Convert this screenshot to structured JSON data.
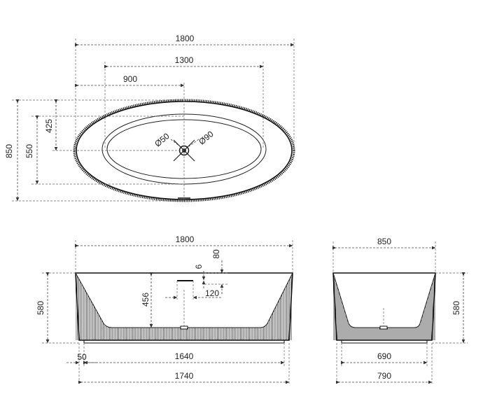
{
  "top_view": {
    "overall_length": "1800",
    "inner_length": "1300",
    "drain_offset": "900",
    "overall_width": "850",
    "inner_width": "550",
    "drain_side_offset": "425",
    "drain_diameter": "Ø50",
    "overflow_diameter": "Ø90"
  },
  "front_view": {
    "overall_length": "1800",
    "overflow_offset": "80",
    "overflow_gap": "6",
    "overflow_width": "120",
    "inner_depth": "456",
    "overall_height": "580",
    "base_inset": "50",
    "base_length": "1640",
    "footprint_length": "1740"
  },
  "side_view": {
    "overall_width": "850",
    "overall_height": "580",
    "base_width": "690",
    "footprint_width": "790"
  },
  "colors": {
    "line": "#111111",
    "dimension": "#444444",
    "background": "#ffffff"
  }
}
